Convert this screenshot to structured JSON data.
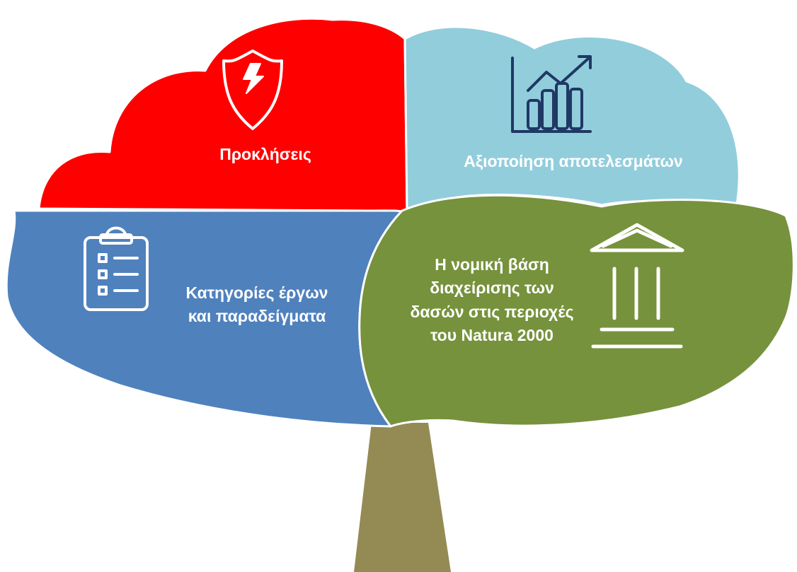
{
  "segments": {
    "challenges": {
      "label": "Προκλήσεις",
      "icon": "shield-lightning-icon",
      "color": "#FF0000"
    },
    "results": {
      "label": "Αξιοποίηση αποτελεσμάτων",
      "icon": "growth-chart-icon",
      "color": "#92CDDC"
    },
    "categories": {
      "lines": [
        "Κατηγορίες έργων",
        "και παραδείγματα"
      ],
      "icon": "clipboard-checklist-icon",
      "color": "#4F81BD"
    },
    "legal": {
      "lines": [
        "Η νομική βάση",
        "διαχείρισης των",
        "δασών στις περιοχές",
        "του Natura 2000"
      ],
      "icon": "greek-temple-icon",
      "color": "#76923C"
    }
  },
  "trunk": {
    "color": "#948A54"
  }
}
